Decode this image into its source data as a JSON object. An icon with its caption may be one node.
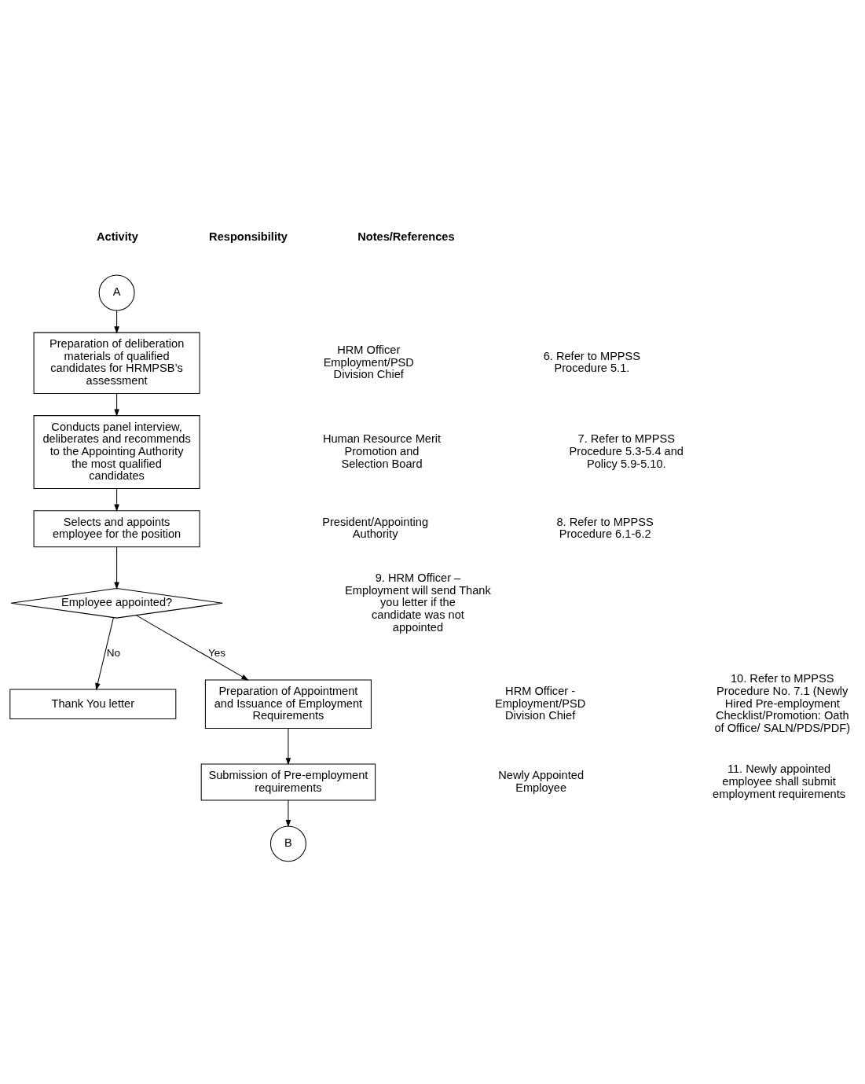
{
  "diagram": {
    "nodes": [
      {
        "text": [
          "A"
        ]
      },
      {
        "text": [
          "Preparation of deliberation materials of qualified candidates for HRMPSB’s assessment"
        ]
      },
      {
        "text": [
          "Conducts panel interview, deliberates and recommends to the Appointing Authority the most qualified candidates"
        ]
      },
      {
        "text": [
          "Selects and appoints employee for the position"
        ]
      },
      {
        "text": [
          "Employee appointed?"
        ]
      },
      {
        "text": [
          "Thank You letter"
        ]
      },
      {
        "text": [
          "Preparation of Appointment and Issuance of Employment Requirements"
        ]
      },
      {
        "text": [
          "Submission of Pre-employment requirements"
        ]
      },
      {
        "text": [
          "B"
        ]
      }
    ],
    "edges": [
      {
        "from": 0,
        "to": 1,
        "arrow": "to"
      },
      {
        "from": 1,
        "to": 2,
        "arrow": "to"
      },
      {
        "from": 2,
        "to": 3,
        "arrow": "to"
      },
      {
        "from": 3,
        "to": 4,
        "arrow": "to"
      },
      {
        "from": 4,
        "to": 5,
        "arrow": "to",
        "label": "No"
      },
      {
        "from": 4,
        "to": 6,
        "arrow": "to",
        "label": "Yes"
      },
      {
        "from": 6,
        "to": 7,
        "arrow": "to"
      },
      {
        "from": 7,
        "to": 8,
        "arrow": "to"
      }
    ],
    "labels": [
      "Activity",
      "Responsibility",
      "Notes/References",
      "HRM Officer Employment/PSD Division Chief",
      "6. Refer to MPPSS Procedure 5.1.",
      "Human Resource Merit Promotion and Selection Board",
      "7. Refer to MPPSS Procedure 5.3-5.4 and Policy 5.9-5.10.",
      "President/Appointing Authority",
      "8. Refer to MPPSS Procedure 6.1-6.2",
      "9. HRM Officer – Employment will send Thank you letter if the candidate was not appointed",
      "HRM Officer - Employment/PSD Division Chief",
      "10. Refer to MPPSS Procedure No. 7.1 (Newly Hired Pre-employment Checklist/Promotion: Oath of Office/ SALN/PDS/PDF)",
      "Newly Appointed Employee",
      "11. Newly appointed employee shall submit employment requirements"
    ]
  }
}
